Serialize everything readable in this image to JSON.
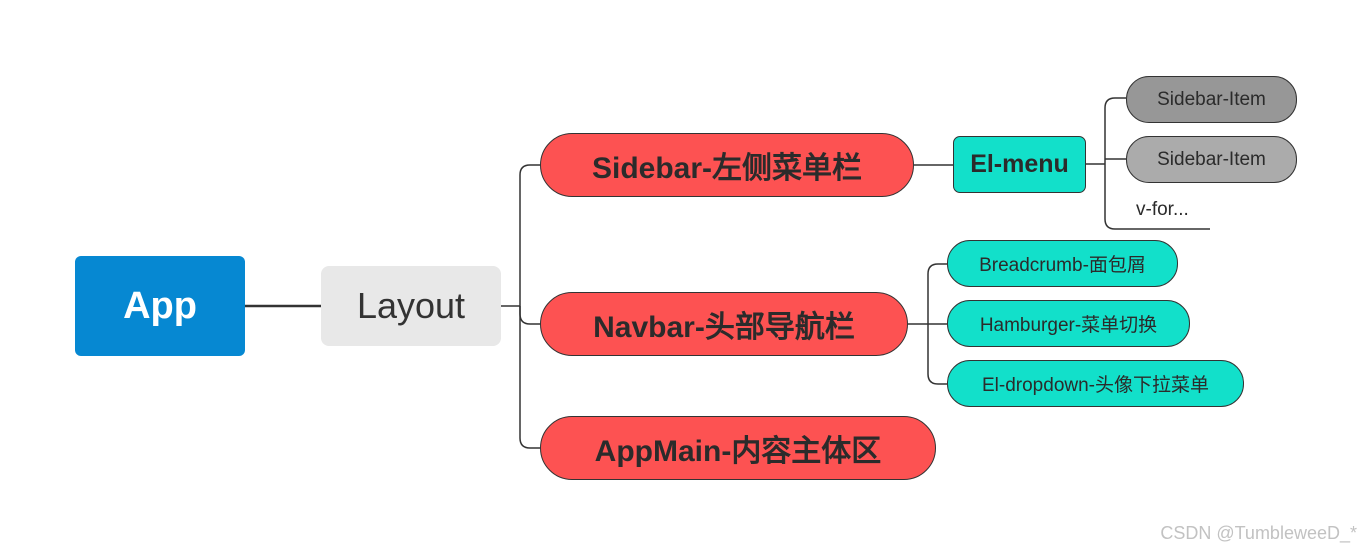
{
  "diagram": {
    "root": {
      "label": "App"
    },
    "hub": {
      "label": "Layout"
    },
    "sidebar": {
      "label": "Sidebar-左侧菜单栏",
      "menu": {
        "label": "El-menu"
      },
      "items": [
        "Sidebar-Item",
        "Sidebar-Item"
      ],
      "loop_note": "v-for..."
    },
    "navbar": {
      "label": "Navbar-头部导航栏",
      "children": [
        "Breadcrumb-面包屑",
        "Hamburger-菜单切换",
        "El-dropdown-头像下拉菜单"
      ]
    },
    "appmain": {
      "label": "AppMain-内容主体区"
    }
  },
  "colors": {
    "root": "#0688d2",
    "hub": "#e8e8e8",
    "branch": "#fd5252",
    "leaf": "#12e0ca",
    "item_dark": "#979797",
    "item_light": "#ababab",
    "line": "#333333",
    "watermark": "#c2c2c2"
  },
  "watermark": "CSDN @TumbleweeD_*"
}
